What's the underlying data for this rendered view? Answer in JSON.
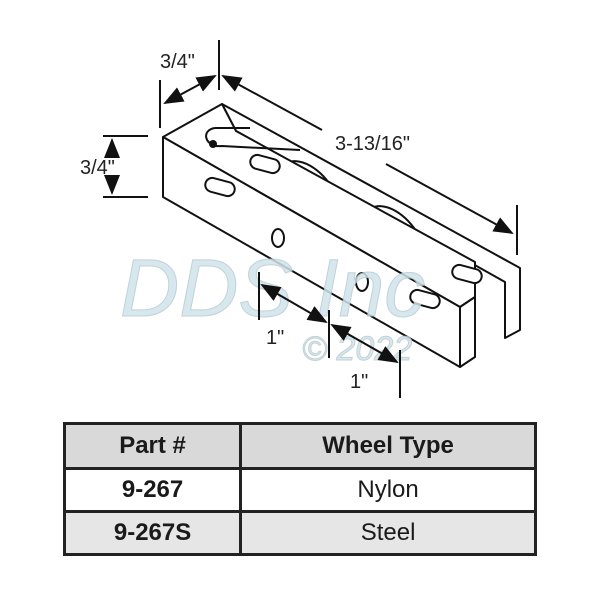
{
  "dimensions": {
    "depth": "3/4\"",
    "height": "3/4\"",
    "length": "3-13/16\"",
    "wheel_spacing_1": "1\"",
    "wheel_spacing_2": "1\""
  },
  "watermark": {
    "brand": "DDS Inc",
    "copyright": "© 2022"
  },
  "table": {
    "headers": [
      "Part #",
      "Wheel Type"
    ],
    "rows": [
      {
        "part": "9-267",
        "wheel_type": "Nylon"
      },
      {
        "part": "9-267S",
        "wheel_type": "Steel"
      }
    ]
  }
}
